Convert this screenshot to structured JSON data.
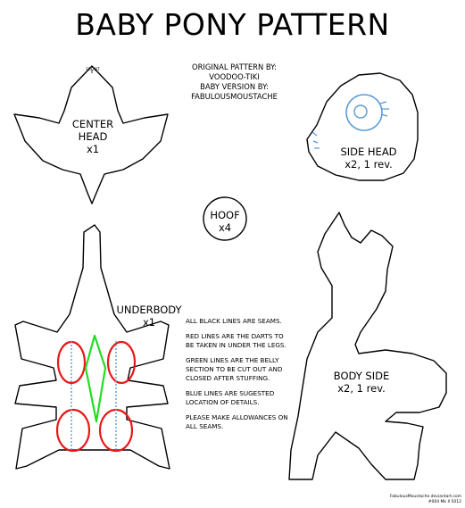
{
  "title": "BABY PONY PATTERN",
  "credits": [
    "ORIGINAL PATTERN BY:",
    "VOODOO-TIKI",
    "BABY VERSION BY:",
    "FABULOUSMOUSTACHE"
  ],
  "pieces": {
    "center_head": {
      "front_mark": "FRONT",
      "name": "CENTER HEAD",
      "qty": "x1"
    },
    "side_head": {
      "name": "SIDE HEAD",
      "qty": "x2, 1 rev."
    },
    "hoof": {
      "name": "HOOF",
      "qty": "x4"
    },
    "underbody": {
      "name": "UNDERBODY",
      "qty": "x1"
    },
    "body_side": {
      "name": "BODY SIDE",
      "qty": "x2, 1 rev."
    }
  },
  "notes": [
    "ALL BLACK LINES ARE SEAMS.",
    "RED LINES ARE THE DARTS TO BE TAKEN IN UNDER THE LEGS.",
    "GREEN LINES ARE THE BELLY SECTION TO BE CUT OUT AND CLOSED AFTER STUFFING.",
    "BLUE LINES ARE SUGESTED LOCATION OF DETAILS.",
    "PLEASE MAKE ALLOWANCES ON ALL SEAMS."
  ],
  "footer": [
    "FabulousMoustache.deviantart.com",
    "#004 Mk II 5012"
  ],
  "colors": {
    "seam": "#000000",
    "dart": "#e81818",
    "belly": "#22dd22",
    "detail": "#5b9bd5"
  }
}
